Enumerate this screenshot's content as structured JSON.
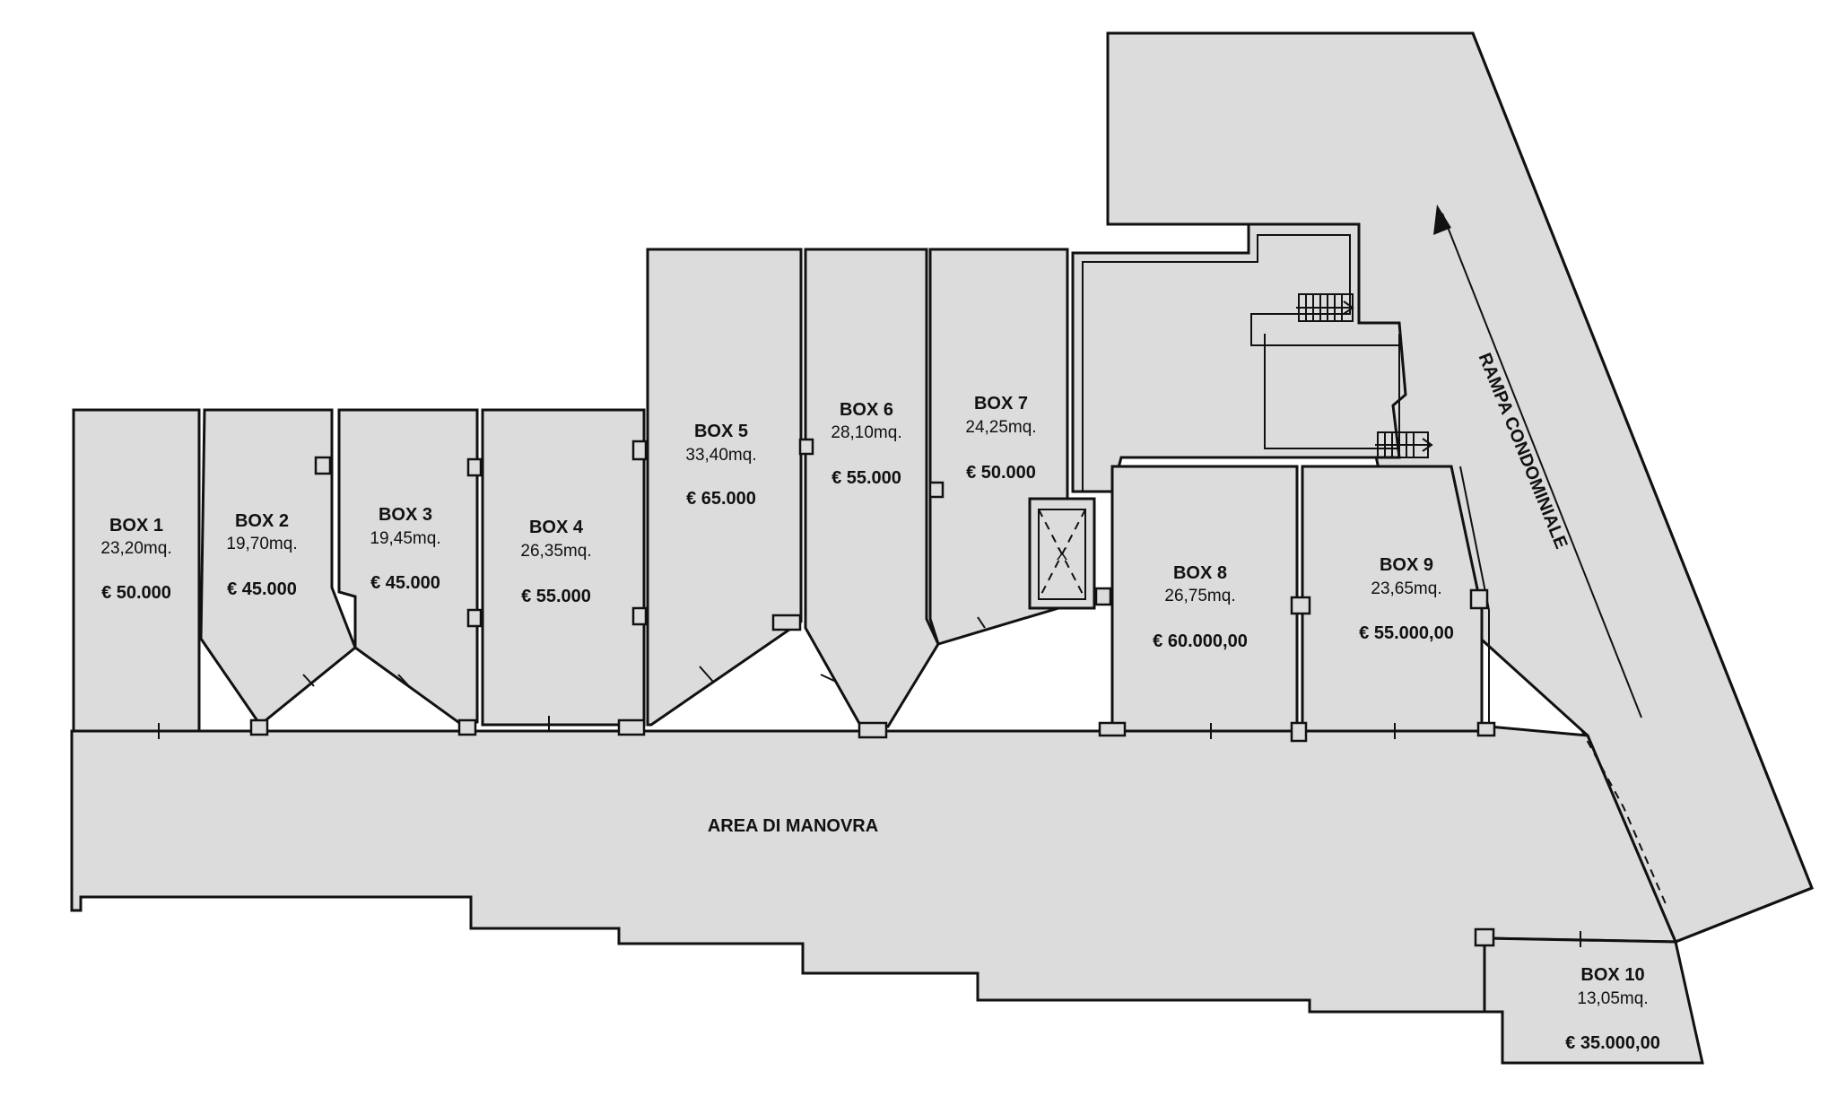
{
  "boxes": [
    {
      "name": "BOX 1",
      "area": "23,20mq.",
      "price": "€ 50.000"
    },
    {
      "name": "BOX 2",
      "area": "19,70mq.",
      "price": "€ 45.000"
    },
    {
      "name": "BOX 3",
      "area": "19,45mq.",
      "price": "€ 45.000"
    },
    {
      "name": "BOX 4",
      "area": "26,35mq.",
      "price": "€ 55.000"
    },
    {
      "name": "BOX 5",
      "area": "33,40mq.",
      "price": "€ 65.000"
    },
    {
      "name": "BOX 6",
      "area": "28,10mq.",
      "price": "€ 55.000"
    },
    {
      "name": "BOX 7",
      "area": "24,25mq.",
      "price": "€ 50.000"
    },
    {
      "name": "BOX 8",
      "area": "26,75mq.",
      "price": "€ 60.000,00"
    },
    {
      "name": "BOX 9",
      "area": "23,65mq.",
      "price": "€ 55.000,00"
    },
    {
      "name": "BOX 10",
      "area": "13,05mq.",
      "price": "€ 35.000,00"
    }
  ],
  "labels": {
    "maneuver_area": "AREA DI MANOVRA",
    "ramp": "RAMPA CONDOMINIALE",
    "shaft_mark": "X"
  },
  "colors": {
    "floor": "#dcdcdc",
    "wall": "#111111"
  }
}
